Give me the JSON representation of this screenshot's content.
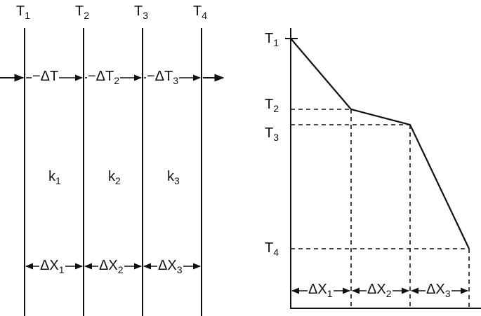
{
  "wall": {
    "temps": [
      {
        "main": "T",
        "sub": "1"
      },
      {
        "main": "T",
        "sub": "2"
      },
      {
        "main": "T",
        "sub": "3"
      },
      {
        "main": "T",
        "sub": "4"
      }
    ],
    "deltas_t": [
      {
        "main": "−ΔT",
        "sub": ""
      },
      {
        "main": "−ΔT",
        "sub": "2"
      },
      {
        "main": "−ΔT",
        "sub": "3"
      }
    ],
    "conductivities": [
      {
        "main": "k",
        "sub": "1"
      },
      {
        "main": "k",
        "sub": "2"
      },
      {
        "main": "k",
        "sub": "3"
      }
    ],
    "thicknesses": [
      {
        "main": "ΔX",
        "sub": "1"
      },
      {
        "main": "ΔX",
        "sub": "2"
      },
      {
        "main": "ΔX",
        "sub": "3"
      }
    ]
  },
  "profile": {
    "temps": [
      {
        "main": "T",
        "sub": "1"
      },
      {
        "main": "T",
        "sub": "2"
      },
      {
        "main": "T",
        "sub": "3"
      },
      {
        "main": "T",
        "sub": "4"
      }
    ],
    "thicknesses": [
      {
        "main": "ΔX",
        "sub": "1"
      },
      {
        "main": "ΔX",
        "sub": "2"
      },
      {
        "main": "ΔX",
        "sub": "3"
      }
    ]
  }
}
